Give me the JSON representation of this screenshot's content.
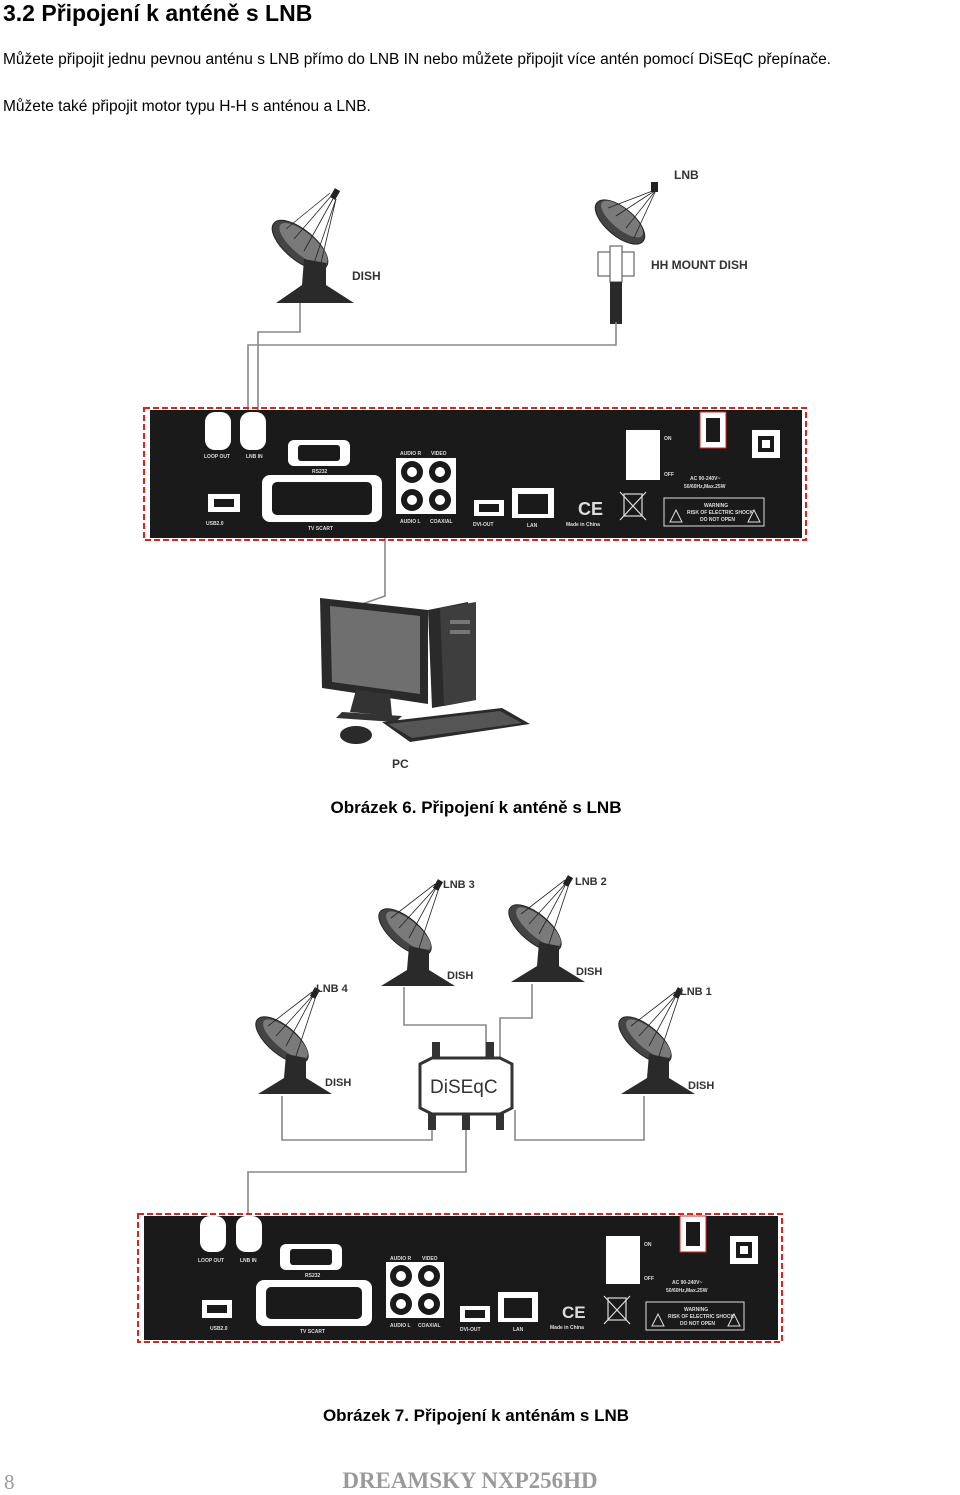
{
  "section_title": "3.2 Připojení k anténě s LNB",
  "intro_paragraph_1": "Můžete připojit jednu pevnou anténu s LNB přímo do LNB IN nebo můžete připojit více antén pomocí DiSEqC přepínače.",
  "intro_paragraph_2": "Můžete také připojit motor typu H-H s anténou a LNB.",
  "figure6": {
    "caption": "Obrázek 6. Připojení k anténě s LNB",
    "labels": {
      "dish": "DISH",
      "lnb": "LNB",
      "hh_mount_dish": "HH MOUNT DISH",
      "pc": "PC"
    }
  },
  "figure7": {
    "caption": "Obrázek 7. Připojení k anténám s LNB",
    "labels": {
      "lnb1": "LNB 1",
      "lnb2": "LNB 2",
      "lnb3": "LNB 3",
      "lnb4": "LNB 4",
      "dish": "DISH",
      "diseqc": "DiSEqC"
    }
  },
  "receiver_panel": {
    "loop_out": "LOOP OUT",
    "lnb_in": "LNB IN",
    "rs232": "RS232",
    "audio_r": "AUDIO R",
    "video": "VIDEO",
    "audio_l": "AUDIO L",
    "coaxial": "COAXIAL",
    "dvi_out": "DVI-OUT",
    "lan": "LAN",
    "usb": "USB2.0",
    "tv_scart": "TV SCART",
    "made_in": "Made in China",
    "ce": "CE",
    "on": "ON",
    "off": "OFF",
    "power_1": "AC 90-240V~",
    "power_2": "50/60Hz,Max.25W",
    "warning_1": "WARNING",
    "warning_2": "RISK OF ELECTRIC SHOCK",
    "warning_3": "DO NOT OPEN"
  },
  "footer": {
    "page_number": "8",
    "model": "DREAMSKY NXP256HD"
  }
}
